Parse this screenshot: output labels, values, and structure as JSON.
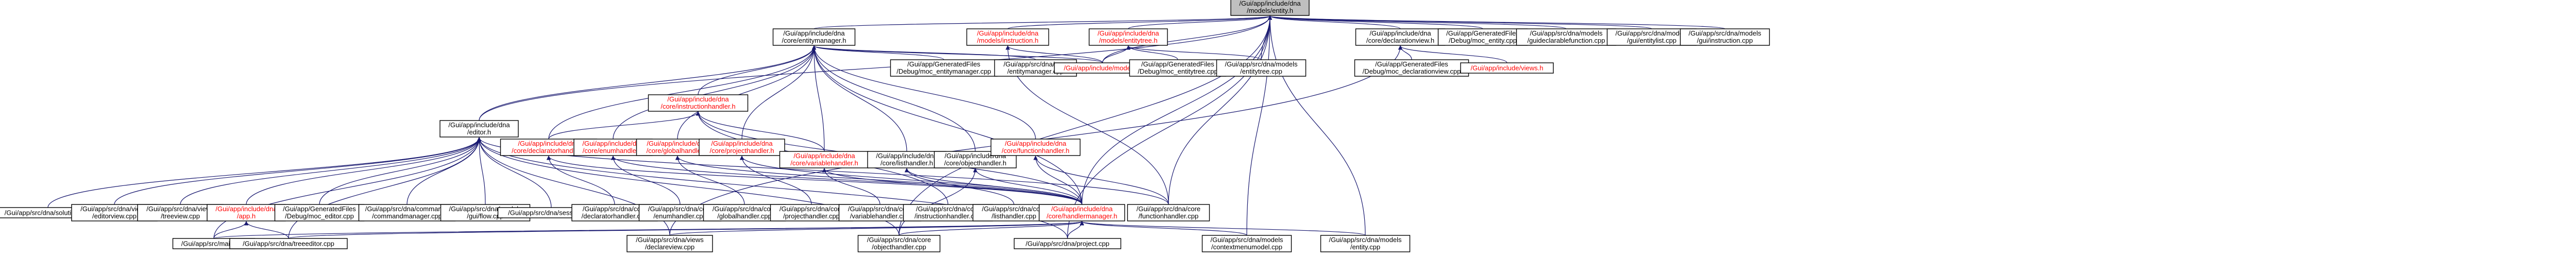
{
  "title": "",
  "colors": {
    "edge": "#191970",
    "node_border": "#000000",
    "node_fill": "#ffffff",
    "focus_fill": "#bfbfbf",
    "red_text": "#ff0000"
  },
  "nodes": [
    {
      "id": "root",
      "lines": [
        "/Gui/app/include/dna",
        "/models/entity.h"
      ],
      "style": "focus"
    },
    {
      "id": "entitymanager_h",
      "lines": [
        "/Gui/app/include/dna",
        "/core/entitymanager.h"
      ]
    },
    {
      "id": "instruction_h",
      "lines": [
        "/Gui/app/include/dna",
        "/models/instruction.h"
      ],
      "style": "red"
    },
    {
      "id": "entitytree_h",
      "lines": [
        "/Gui/app/include/dna",
        "/models/entitytree.h"
      ],
      "style": "red"
    },
    {
      "id": "declarationview_h",
      "lines": [
        "/Gui/app/include/dna",
        "/core/declarationview.h"
      ]
    },
    {
      "id": "moc_entity_cpp",
      "lines": [
        "/Gui/app/GeneratedFiles",
        "/Debug/moc_entity.cpp"
      ]
    },
    {
      "id": "variablefunction_cpp",
      "lines": [
        "/Gui/app/src/dna/models",
        "/guideclarablefunction.cpp"
      ]
    },
    {
      "id": "entitylist_cpp",
      "lines": [
        "/Gui/app/src/dna/models",
        "/gui/entitylist.cpp"
      ]
    },
    {
      "id": "instruction_cpp",
      "lines": [
        "/Gui/app/src/dna/models",
        "/gui/instruction.cpp"
      ]
    },
    {
      "id": "moc_entitymanager_cpp",
      "lines": [
        "/Gui/app/GeneratedFiles",
        "/Debug/moc_entitymanager.cpp"
      ]
    },
    {
      "id": "entitymanager_cpp",
      "lines": [
        "/Gui/app/src/dna/core",
        "/entitymanager.cpp"
      ]
    },
    {
      "id": "models_h",
      "lines": [
        "/Gui/app/include/models.h"
      ],
      "style": "red"
    },
    {
      "id": "moc_entitytree_cpp",
      "lines": [
        "/Gui/app/GeneratedFiles",
        "/Debug/moc_entitytree.cpp"
      ]
    },
    {
      "id": "entitytree_cpp",
      "lines": [
        "/Gui/app/src/dna/models",
        "/entitytree.cpp"
      ]
    },
    {
      "id": "moc_declarationview_cpp",
      "lines": [
        "/Gui/app/GeneratedFiles",
        "/Debug/moc_declarationview.cpp"
      ]
    },
    {
      "id": "views_h",
      "lines": [
        "/Gui/app/include/views.h"
      ],
      "style": "red"
    },
    {
      "id": "editor_h",
      "lines": [
        "/Gui/app/include/dna",
        "/editor.h"
      ]
    },
    {
      "id": "instructionhandler_h",
      "lines": [
        "/Gui/app/include/dna",
        "/core/instructionhandler.h"
      ],
      "style": "red"
    },
    {
      "id": "declaratorhandler_h",
      "lines": [
        "/Gui/app/include/dna",
        "/core/declaratorhandler.h"
      ],
      "style": "red"
    },
    {
      "id": "enumhandler_h",
      "lines": [
        "/Gui/app/include/dna",
        "/core/enumhandler.h"
      ],
      "style": "red"
    },
    {
      "id": "globalhandler_h",
      "lines": [
        "/Gui/app/include/dna",
        "/core/globalhandler.h"
      ],
      "style": "red"
    },
    {
      "id": "projecthandler_h",
      "lines": [
        "/Gui/app/include/dna",
        "/core/projecthandler.h"
      ],
      "style": "red"
    },
    {
      "id": "variablehandler_h",
      "lines": [
        "/Gui/app/include/dna",
        "/core/variablehandler.h"
      ],
      "style": "red"
    },
    {
      "id": "listhandler_h",
      "lines": [
        "/Gui/app/include/dna",
        "/core/listhandler.h"
      ]
    },
    {
      "id": "objecthandler_h",
      "lines": [
        "/Gui/app/include/dna",
        "/core/objecthandler.h"
      ]
    },
    {
      "id": "functionhandler_h",
      "lines": [
        "/Gui/app/include/dna",
        "/core/functionhandler.h"
      ],
      "style": "red"
    },
    {
      "id": "solution_cpp",
      "lines": [
        "/Gui/app/src/dna/solution.cpp"
      ]
    },
    {
      "id": "editorview_cpp",
      "lines": [
        "/Gui/app/src/dna/views",
        "/editorview.cpp"
      ]
    },
    {
      "id": "treeview_cpp",
      "lines": [
        "/Gui/app/src/dna/views",
        "/treeview.cpp"
      ]
    },
    {
      "id": "app_h",
      "lines": [
        "/Gui/app/include/dna",
        "/app.h"
      ],
      "style": "red"
    },
    {
      "id": "moc_editor_cpp",
      "lines": [
        "/Gui/app/GeneratedFiles",
        "/Debug/moc_editor.cpp"
      ]
    },
    {
      "id": "commandmanager_cpp",
      "lines": [
        "/Gui/app/src/dna/commands",
        "/commandmanager.cpp"
      ]
    },
    {
      "id": "gui_flow_cpp",
      "lines": [
        "/Gui/app/src/dna/models",
        "/gui/flow.cpp"
      ]
    },
    {
      "id": "session_cpp",
      "lines": [
        "/Gui/app/src/dna/session.cpp"
      ]
    },
    {
      "id": "declaratorhandler_cpp",
      "lines": [
        "/Gui/app/src/dna/core",
        "/declaratorhandler.cpp"
      ]
    },
    {
      "id": "enumhandler_cpp",
      "lines": [
        "/Gui/app/src/dna/core",
        "/enumhandler.cpp"
      ]
    },
    {
      "id": "globalhandler_cpp",
      "lines": [
        "/Gui/app/src/dna/core",
        "/globalhandler.cpp"
      ]
    },
    {
      "id": "projecthandler_cpp",
      "lines": [
        "/Gui/app/src/dna/core",
        "/projecthandler.cpp"
      ]
    },
    {
      "id": "variablehandler_cpp",
      "lines": [
        "/Gui/app/src/dna/core",
        "/variablehandler.cpp"
      ]
    },
    {
      "id": "instructionhandler_cpp",
      "lines": [
        "/Gui/app/src/dna/core",
        "/instructionhandler.cpp"
      ]
    },
    {
      "id": "listhandler_cpp",
      "lines": [
        "/Gui/app/src/dna/core",
        "/listhandler.cpp"
      ]
    },
    {
      "id": "handlermanager_h",
      "lines": [
        "/Gui/app/include/dna",
        "/core/handlermanager.h"
      ],
      "style": "red"
    },
    {
      "id": "functionhandler_cpp",
      "lines": [
        "/Gui/app/src/dna/core",
        "/functionhandler.cpp"
      ]
    },
    {
      "id": "main_cpp",
      "lines": [
        "/Gui/app/src/main.cpp"
      ]
    },
    {
      "id": "treeeditor_cpp",
      "lines": [
        "/Gui/app/src/dna/treeeditor.cpp"
      ]
    },
    {
      "id": "declareview_cpp",
      "lines": [
        "/Gui/app/src/dna/views",
        "/declareview.cpp"
      ]
    },
    {
      "id": "objecthandler_cpp",
      "lines": [
        "/Gui/app/src/dna/core",
        "/objecthandler.cpp"
      ]
    },
    {
      "id": "project_cpp",
      "lines": [
        "/Gui/app/src/dna/project.cpp"
      ]
    },
    {
      "id": "contextmenumodel_cpp",
      "lines": [
        "/Gui/app/src/dna/models",
        "/contextmenumodel.cpp"
      ]
    },
    {
      "id": "entity_cpp",
      "lines": [
        "/Gui/app/src/dna/models",
        "/entity.cpp"
      ]
    }
  ],
  "edges": [
    [
      "entitymanager_h",
      "root"
    ],
    [
      "instruction_h",
      "root"
    ],
    [
      "entitytree_h",
      "root"
    ],
    [
      "declarationview_h",
      "root"
    ],
    [
      "moc_entity_cpp",
      "root"
    ],
    [
      "variablefunction_cpp",
      "root"
    ],
    [
      "entitylist_cpp",
      "root"
    ],
    [
      "instruction_cpp",
      "root"
    ],
    [
      "editor_h",
      "root"
    ],
    [
      "models_h",
      "root"
    ],
    [
      "entitytree_cpp",
      "root"
    ],
    [
      "functionhandler_cpp",
      "root"
    ],
    [
      "handlermanager_h",
      "root"
    ],
    [
      "objecthandler_cpp",
      "root"
    ],
    [
      "contextmenumodel_cpp",
      "root"
    ],
    [
      "entity_cpp",
      "root"
    ],
    [
      "project_cpp",
      "root"
    ],
    [
      "moc_entitymanager_cpp",
      "entitymanager_h"
    ],
    [
      "entitymanager_cpp",
      "entitymanager_h"
    ],
    [
      "models_h",
      "entitymanager_h"
    ],
    [
      "instructionhandler_h",
      "entitymanager_h"
    ],
    [
      "declaratorhandler_h",
      "entitymanager_h"
    ],
    [
      "enumhandler_h",
      "entitymanager_h"
    ],
    [
      "globalhandler_h",
      "entitymanager_h"
    ],
    [
      "projecthandler_h",
      "entitymanager_h"
    ],
    [
      "variablehandler_h",
      "entitymanager_h"
    ],
    [
      "listhandler_h",
      "entitymanager_h"
    ],
    [
      "objecthandler_h",
      "entitymanager_h"
    ],
    [
      "functionhandler_h",
      "entitymanager_h"
    ],
    [
      "editor_h",
      "entitymanager_h"
    ],
    [
      "handlermanager_h",
      "entitymanager_h"
    ],
    [
      "models_h",
      "instruction_h"
    ],
    [
      "functionhandler_cpp",
      "instruction_h"
    ],
    [
      "models_h",
      "entitytree_h"
    ],
    [
      "moc_entitytree_cpp",
      "entitytree_h"
    ],
    [
      "entitytree_cpp",
      "entitytree_h"
    ],
    [
      "moc_declarationview_cpp",
      "declarationview_h"
    ],
    [
      "views_h",
      "declarationview_h"
    ],
    [
      "declareview_cpp",
      "declarationview_h"
    ],
    [
      "declaratorhandler_h",
      "instructionhandler_h"
    ],
    [
      "variablehandler_h",
      "instructionhandler_h"
    ],
    [
      "instructionhandler_cpp",
      "instructionhandler_h"
    ],
    [
      "handlermanager_h",
      "instructionhandler_h"
    ],
    [
      "solution_cpp",
      "editor_h"
    ],
    [
      "editorview_cpp",
      "editor_h"
    ],
    [
      "treeview_cpp",
      "editor_h"
    ],
    [
      "app_h",
      "editor_h"
    ],
    [
      "moc_editor_cpp",
      "editor_h"
    ],
    [
      "commandmanager_cpp",
      "editor_h"
    ],
    [
      "gui_flow_cpp",
      "editor_h"
    ],
    [
      "session_cpp",
      "editor_h"
    ],
    [
      "main_cpp",
      "editor_h"
    ],
    [
      "treeeditor_cpp",
      "editor_h"
    ],
    [
      "declareview_cpp",
      "editor_h"
    ],
    [
      "objecthandler_cpp",
      "editor_h"
    ],
    [
      "project_cpp",
      "editor_h"
    ],
    [
      "functionhandler_cpp",
      "editor_h"
    ],
    [
      "declaratorhandler_cpp",
      "declaratorhandler_h"
    ],
    [
      "handlermanager_h",
      "declaratorhandler_h"
    ],
    [
      "enumhandler_cpp",
      "enumhandler_h"
    ],
    [
      "handlermanager_h",
      "enumhandler_h"
    ],
    [
      "globalhandler_cpp",
      "globalhandler_h"
    ],
    [
      "handlermanager_h",
      "globalhandler_h"
    ],
    [
      "projecthandler_cpp",
      "projecthandler_h"
    ],
    [
      "handlermanager_h",
      "projecthandler_h"
    ],
    [
      "variablehandler_cpp",
      "variablehandler_h"
    ],
    [
      "handlermanager_h",
      "variablehandler_h"
    ],
    [
      "listhandler_cpp",
      "listhandler_h"
    ],
    [
      "handlermanager_h",
      "listhandler_h"
    ],
    [
      "handlermanager_h",
      "objecthandler_h"
    ],
    [
      "objecthandler_cpp",
      "objecthandler_h"
    ],
    [
      "functionhandler_cpp",
      "functionhandler_h"
    ],
    [
      "handlermanager_h",
      "functionhandler_h"
    ],
    [
      "main_cpp",
      "app_h"
    ],
    [
      "treeeditor_cpp",
      "app_h"
    ],
    [
      "main_cpp",
      "handlermanager_h"
    ],
    [
      "treeeditor_cpp",
      "handlermanager_h"
    ],
    [
      "declareview_cpp",
      "handlermanager_h"
    ],
    [
      "objecthandler_cpp",
      "handlermanager_h"
    ],
    [
      "project_cpp",
      "handlermanager_h"
    ],
    [
      "contextmenumodel_cpp",
      "handlermanager_h"
    ],
    [
      "entity_cpp",
      "handlermanager_h"
    ]
  ]
}
